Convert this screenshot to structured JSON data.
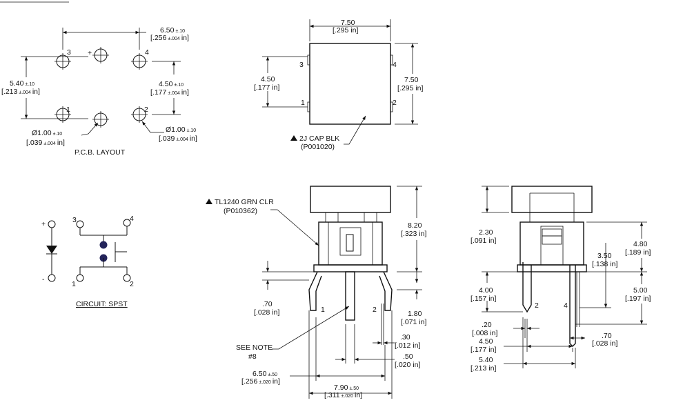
{
  "pcb": {
    "dim_width": "6.50",
    "dim_width_tol": "±.10",
    "dim_width_in": "[.256",
    "dim_width_in_tol": "±.004",
    "dim_width_in_unit": "in]",
    "dim_height": "5.40",
    "dim_height_tol": "±.10",
    "dim_height_in": "[.213",
    "dim_height_in_tol": "±.004",
    "dim_height_in_unit": "in]",
    "dim_pitch": "4.50",
    "dim_pitch_tol": "±.10",
    "dim_pitch_in": "[.177",
    "dim_pitch_in_tol": "±.004",
    "dim_pitch_in_unit": "in]",
    "hole_dia_left": "Ø1.00",
    "hole_dia_left_tol": "±.10",
    "hole_dia_left_in": "[.039",
    "hole_dia_left_in_tol": "±.004",
    "hole_dia_left_in_unit": "in]",
    "hole_dia_right": "Ø1.00",
    "hole_dia_right_tol": "±.10",
    "hole_dia_right_in": "[.039",
    "hole_dia_right_in_tol": "±.004",
    "hole_dia_right_in_unit": "in]",
    "pin1": "1",
    "pin2": "2",
    "pin3": "3",
    "pin4": "4",
    "plus": "+",
    "label": "P.C.B. LAYOUT"
  },
  "top_view": {
    "width": "7.50",
    "width_in": "[.295 in]",
    "height": "7.50",
    "height_in": "[.295 in]",
    "pin_gap": "4.50",
    "pin_gap_in": "[.177 in]",
    "pin1": "1",
    "pin2": "2",
    "pin3": "3",
    "pin4": "4",
    "cap_label": "2J CAP BLK",
    "cap_part": "(P001020)"
  },
  "circuit": {
    "plus": "+",
    "minus": "-",
    "pin1": "1",
    "pin2": "2",
    "pin3": "3",
    "pin4": "4",
    "label": "CIRCUIT: SPST"
  },
  "front_view": {
    "led_label": "TL1240 GRN CLR",
    "led_part": "(P010362)",
    "height": "8.20",
    "height_in": "[.323 in]",
    "standoff": ".70",
    "standoff_in": "[.028 in]",
    "pin_len": "1.80",
    "pin_len_in": "[.071 in]",
    "pin_thk": ".30",
    "pin_thk_in": "[.012 in]",
    "pin_w": ".50",
    "pin_w_in": "[.020 in]",
    "see_note": "SEE NOTE",
    "note_num": "#8",
    "span_inner": "6.50",
    "span_inner_tol": "±.50",
    "span_inner_in": "[.256",
    "span_inner_in_tol": "±.020",
    "span_inner_in_unit": "in]",
    "span_outer": "7.90",
    "span_outer_tol": "±.50",
    "span_outer_in": "[.311",
    "span_outer_in_tol": "±.020",
    "span_outer_in_unit": "in]",
    "pin1": "1",
    "pin2": "2"
  },
  "side_view": {
    "cap_h": "2.30",
    "cap_h_in": "[.091 in]",
    "body_h": "4.80",
    "body_h_in": "[.189 in]",
    "lead_offset": "3.50",
    "lead_offset_in": "[.138 in]",
    "lead_h": "4.00",
    "lead_h_in": "[.157 in]",
    "lead_len": "5.00",
    "lead_len_in": "[.197 in]",
    "lead_thk": ".20",
    "lead_thk_in": "[.008 in]",
    "lead_w": ".70",
    "lead_w_in": "[.028 in]",
    "lead_pitch": "4.50",
    "lead_pitch_in": "[.177 in]",
    "lead_span": "5.40",
    "lead_span_in": "[.213 in]",
    "pin2": "2",
    "pin4": "4"
  }
}
